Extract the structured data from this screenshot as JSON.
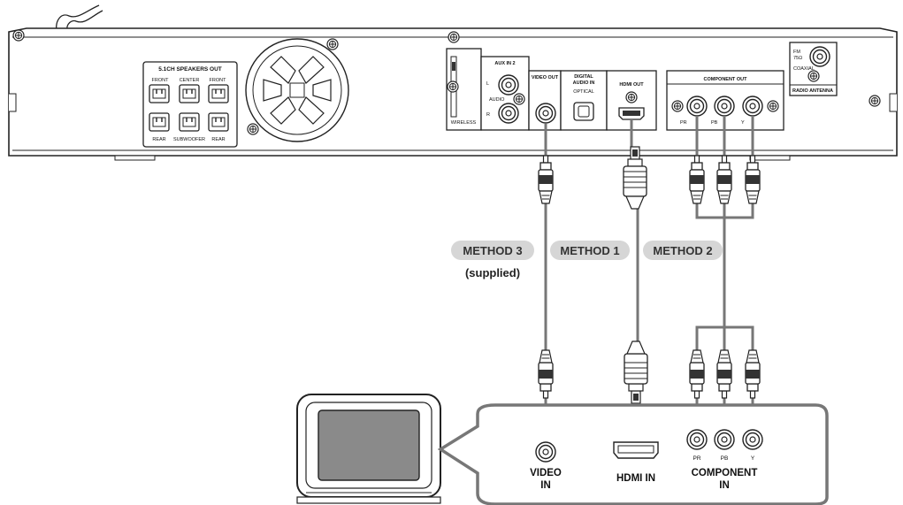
{
  "receiver_panel": {
    "speakers_title": "5.1CH SPEAKERS OUT",
    "front_left": "FRONT",
    "center": "CENTER",
    "front_right": "FRONT",
    "rear_left": "REAR",
    "subwoofer": "SUBWOOFER",
    "rear_right": "REAR",
    "wireless": "WIRELESS",
    "aux_in": "AUX IN 2",
    "audio": "AUDIO",
    "aux_l": "L",
    "aux_r": "R",
    "video_out": "VIDEO OUT",
    "digital_audio_in_1": "DIGITAL",
    "digital_audio_in_2": "AUDIO IN",
    "optical": "OPTICAL",
    "hdmi_out": "HDMI OUT",
    "component_out": "COMPONENT OUT",
    "pr": "PR",
    "pb": "PB",
    "y": "Y",
    "fm": "FM",
    "ohm": "75Ω",
    "coaxial": "COAXIAL",
    "radio_antenna": "RADIO ANTENNA"
  },
  "methods": {
    "method3": "METHOD 3",
    "method3_note": "(supplied)",
    "method1": "METHOD 1",
    "method2": "METHOD 2"
  },
  "tv_panel": {
    "video_in_1": "VIDEO",
    "video_in_2": "IN",
    "hdmi_in": "HDMI IN",
    "component_in_1": "COMPONENT",
    "component_in_2": "IN",
    "pr": "PR",
    "pb": "PB",
    "y": "Y"
  }
}
